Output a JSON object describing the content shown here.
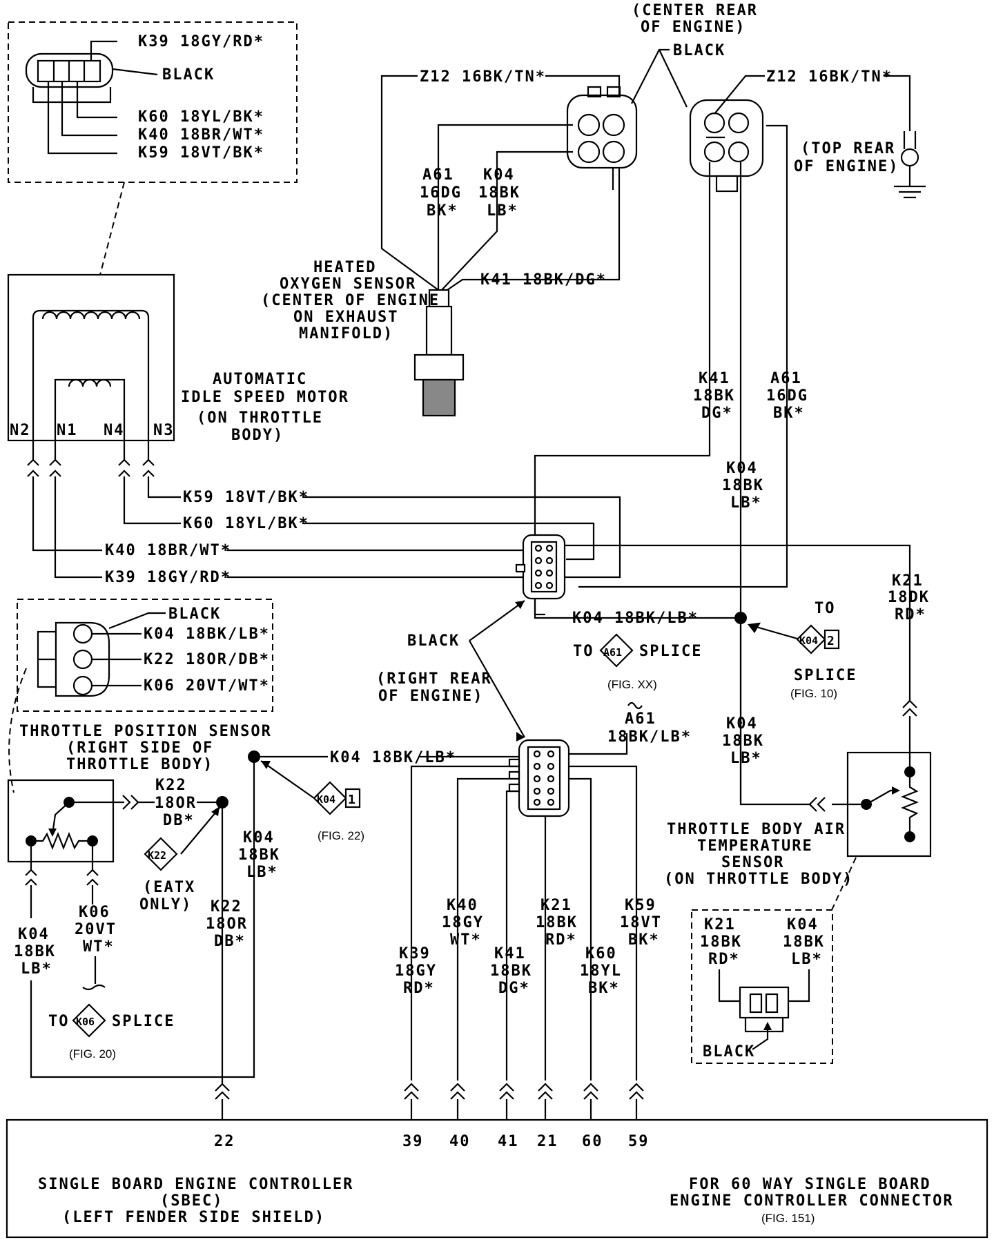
{
  "title": "",
  "labels": {
    "center_rear_engine": [
      "(CENTER REAR",
      "OF ENGINE)"
    ],
    "black_top": "BLACK",
    "z12_left": "Z12 16BK/TN*",
    "z12_right": "Z12 16BK/TN*",
    "top_rear_engine": [
      "(TOP REAR",
      "OF ENGINE)"
    ],
    "idle_conn_black": "BLACK",
    "idle_conn_k39": "K39 18GY/RD*",
    "idle_conn_k60": "K60 18YL/BK*",
    "idle_conn_k40": "K40 18BR/WT*",
    "idle_conn_k59": "K59 18VT/BK*",
    "a61_upper": [
      "A61",
      "16DG",
      "BK*"
    ],
    "k04_upper": [
      "K04",
      "18BK",
      "LB*"
    ],
    "k41_o2": "K41 18BK/DG*",
    "o2_sensor": [
      "HEATED",
      "OXYGEN SENSOR",
      "(CENTER OF ENGINE",
      "ON EXHAUST",
      "MANIFOLD)"
    ],
    "idle_motor": [
      "AUTOMATIC",
      "IDLE SPEED MOTOR",
      "(ON THROTTLE",
      "BODY)"
    ],
    "pins": [
      "N2",
      "N1",
      "N4",
      "N3"
    ],
    "k41_vert": [
      "K41",
      "18BK",
      "DG*"
    ],
    "a61_vert": [
      "A61",
      "16DG",
      "BK*"
    ],
    "k04_vert": [
      "K04",
      "18BK",
      "LB*"
    ],
    "k59_h": "K59 18VT/BK*",
    "k60_h": "K60 18YL/BK*",
    "k40_h": "K40 18BR/WT*",
    "k39_h": "K39 18GY/RD*",
    "k21_right": [
      "K21",
      "18DK",
      "RD*"
    ],
    "tps_black": "BLACK",
    "tps_k04": "K04 18BK/LB*",
    "tps_k22": "K22 18OR/DB*",
    "tps_k06": "K06 20VT/WT*",
    "k04_mid": "K04 18BK/LB*",
    "to_top": "TO",
    "k04_splice2": "K04",
    "k04_splice2_num": "2",
    "splice_right": "SPLICE",
    "fig10": "(FIG. 10)",
    "black_mid": "BLACK",
    "to_a61": "TO",
    "a61_badge": "A61",
    "splice_a61": "SPLICE",
    "figxx": "(FIG. XX)",
    "right_rear": [
      "(RIGHT REAR",
      "OF ENGINE)"
    ],
    "a61_lower": [
      "A61",
      "18BK/LB*"
    ],
    "tps_title": [
      "THROTTLE POSITION SENSOR",
      "(RIGHT SIDE OF",
      "THROTTLE BODY)"
    ],
    "k04_low": "K04 18BK/LB*",
    "k22_wire": [
      "K22",
      "18OR",
      "DB*"
    ],
    "k04_badge1": "K04",
    "k04_badge1_num": "1",
    "fig22": "(FIG. 22)",
    "k22_badge": "K22",
    "eatx": [
      "(EATX",
      "ONLY)"
    ],
    "k04_left_vert": [
      "K04",
      "18BK",
      "LB*"
    ],
    "k06_vert": [
      "K06",
      "20VT",
      "WT*"
    ],
    "k22_vert": [
      "K22",
      "18OR",
      "DB*"
    ],
    "k04_pcm_vert": [
      "K04",
      "18BK",
      "LB*"
    ],
    "to_k06": "TO",
    "k06_badge": "K06",
    "splice_k06": "SPLICE",
    "fig20": "(FIG. 20)",
    "k39_v": [
      "K39",
      "18GY",
      "RD*"
    ],
    "k40_v": [
      "K40",
      "18GY",
      "WT*"
    ],
    "k41_v": [
      "K41",
      "18BK",
      "DG*"
    ],
    "k21_v": [
      "K21",
      "18BK",
      "RD*"
    ],
    "k60_v": [
      "K60",
      "18YL",
      "BK*"
    ],
    "k59_v": [
      "K59",
      "18VT",
      "BK*"
    ],
    "k04_tbat": [
      "K04",
      "18BK",
      "LB*"
    ],
    "tbat_title": [
      "THROTTLE BODY AIR",
      "TEMPERATURE",
      "SENSOR",
      "(ON THROTTLE BODY)"
    ],
    "tbat_k21": [
      "K21",
      "18BK",
      "RD*"
    ],
    "tbat_k04": [
      "K04",
      "18BK",
      "LB*"
    ],
    "tbat_black": "BLACK",
    "pin_numbers": [
      "22",
      "39",
      "40",
      "41",
      "21",
      "60",
      "59"
    ],
    "sbec": [
      "SINGLE BOARD ENGINE CONTROLLER",
      "(SBEC)",
      "(LEFT FENDER SIDE SHIELD)"
    ],
    "for60": [
      "FOR 60 WAY SINGLE BOARD",
      "ENGINE CONTROLLER CONNECTOR"
    ],
    "fig151": "(FIG. 151)"
  }
}
